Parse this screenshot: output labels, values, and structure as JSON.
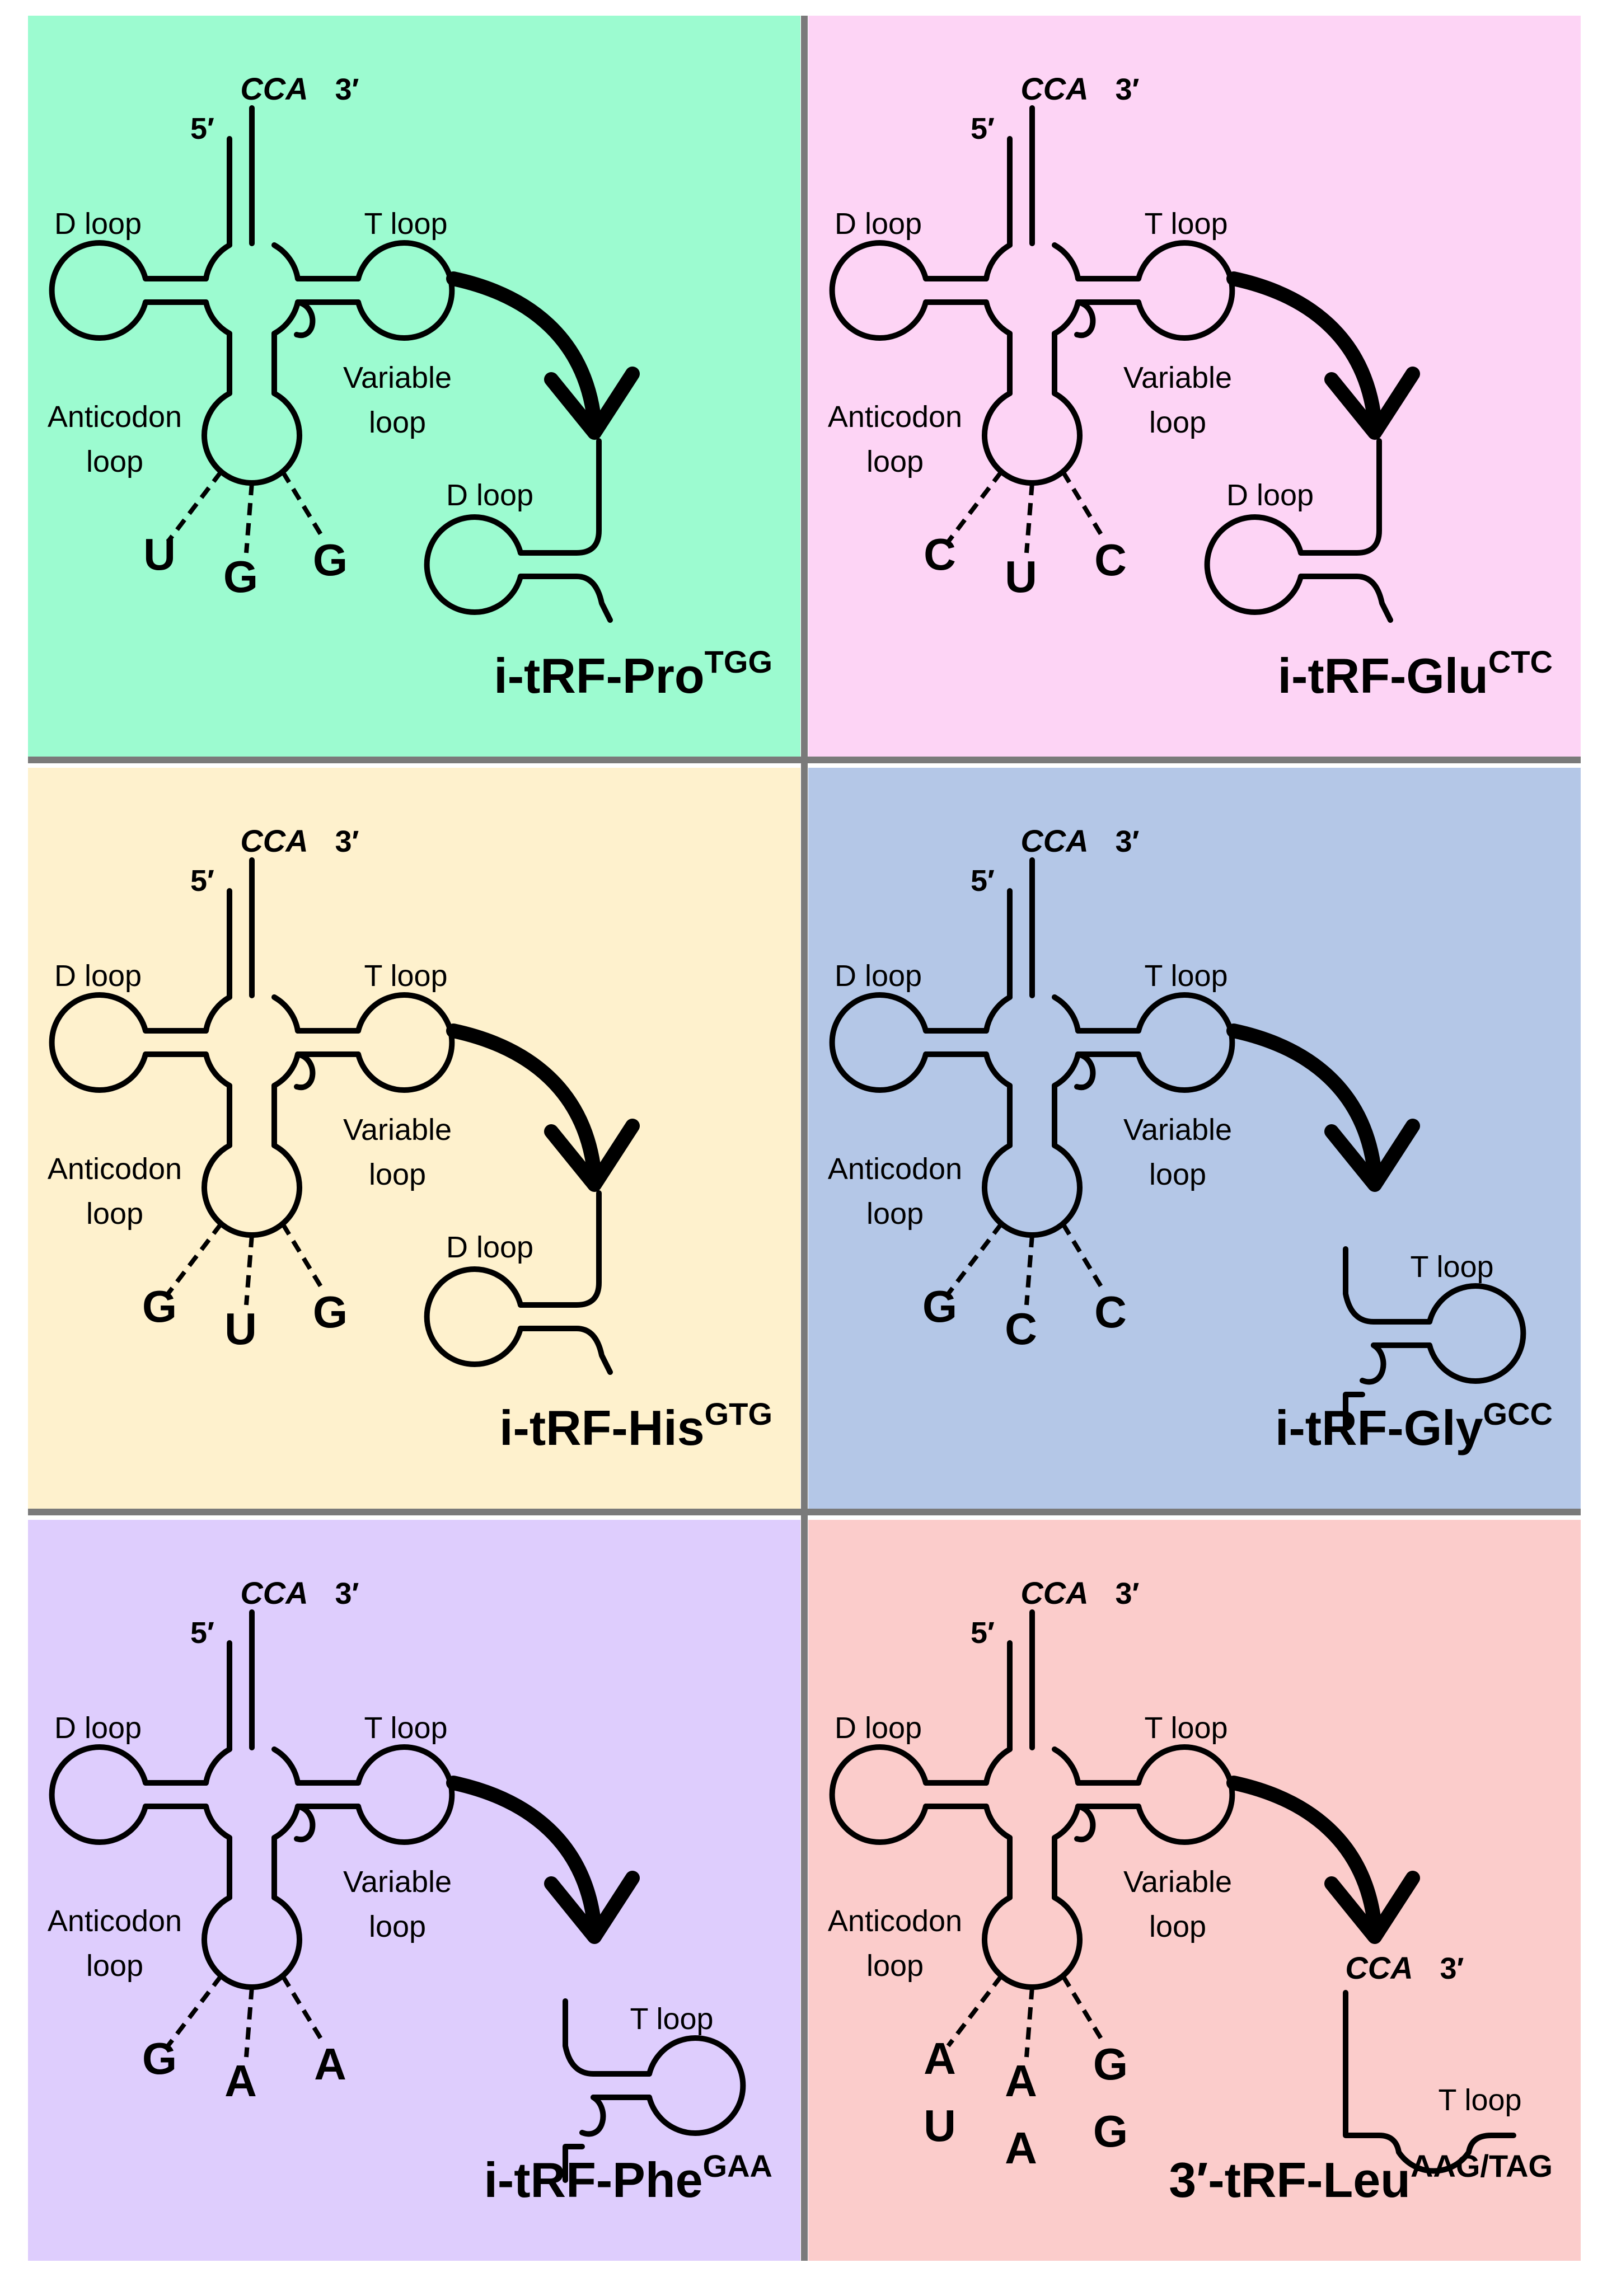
{
  "colors": {
    "divider": "#7a7a7a",
    "ink": "#000000"
  },
  "labels": {
    "five_prime": "5′",
    "cca": "CCA",
    "three_prime": "3′",
    "d_loop": "D loop",
    "t_loop": "T loop",
    "variable": "Variable",
    "loop": "loop",
    "anticodon": "Anticodon"
  },
  "panels": [
    {
      "id": "pro",
      "bg": "#9cfbd0",
      "anticodon": [
        "U",
        "G",
        "G"
      ],
      "fragment_type": "d",
      "fragment_label": "D loop",
      "title_main": "i-tRF-Pro",
      "title_sup": "TGG"
    },
    {
      "id": "glu",
      "bg": "#fdd4f5",
      "anticodon": [
        "C",
        "U",
        "C"
      ],
      "fragment_type": "d",
      "fragment_label": "D loop",
      "title_main": "i-tRF-Glu",
      "title_sup": "CTC"
    },
    {
      "id": "his",
      "bg": "#fef1cd",
      "anticodon": [
        "G",
        "U",
        "G"
      ],
      "fragment_type": "d",
      "fragment_label": "D loop",
      "title_main": "i-tRF-His",
      "title_sup": "GTG"
    },
    {
      "id": "gly",
      "bg": "#b4c7e7",
      "anticodon": [
        "G",
        "C",
        "C"
      ],
      "fragment_type": "t",
      "fragment_label": "T loop",
      "title_main": "i-tRF-Gly",
      "title_sup": "GCC"
    },
    {
      "id": "phe",
      "bg": "#decdfd",
      "anticodon": [
        "G",
        "A",
        "A"
      ],
      "fragment_type": "t",
      "fragment_label": "T loop",
      "title_main": "i-tRF-Phe",
      "title_sup": "GAA"
    },
    {
      "id": "leu",
      "bg": "#fbcccb",
      "anticodon": [
        "A",
        "A",
        "G"
      ],
      "anticodon_alt": [
        "U",
        "A",
        "G"
      ],
      "fragment_type": "cca",
      "fragment_label": "T loop",
      "fragment_cca": "CCA",
      "fragment_three": "3′",
      "title_main": "3′-tRF-Leu",
      "title_sup": "AAG/TAG"
    }
  ]
}
